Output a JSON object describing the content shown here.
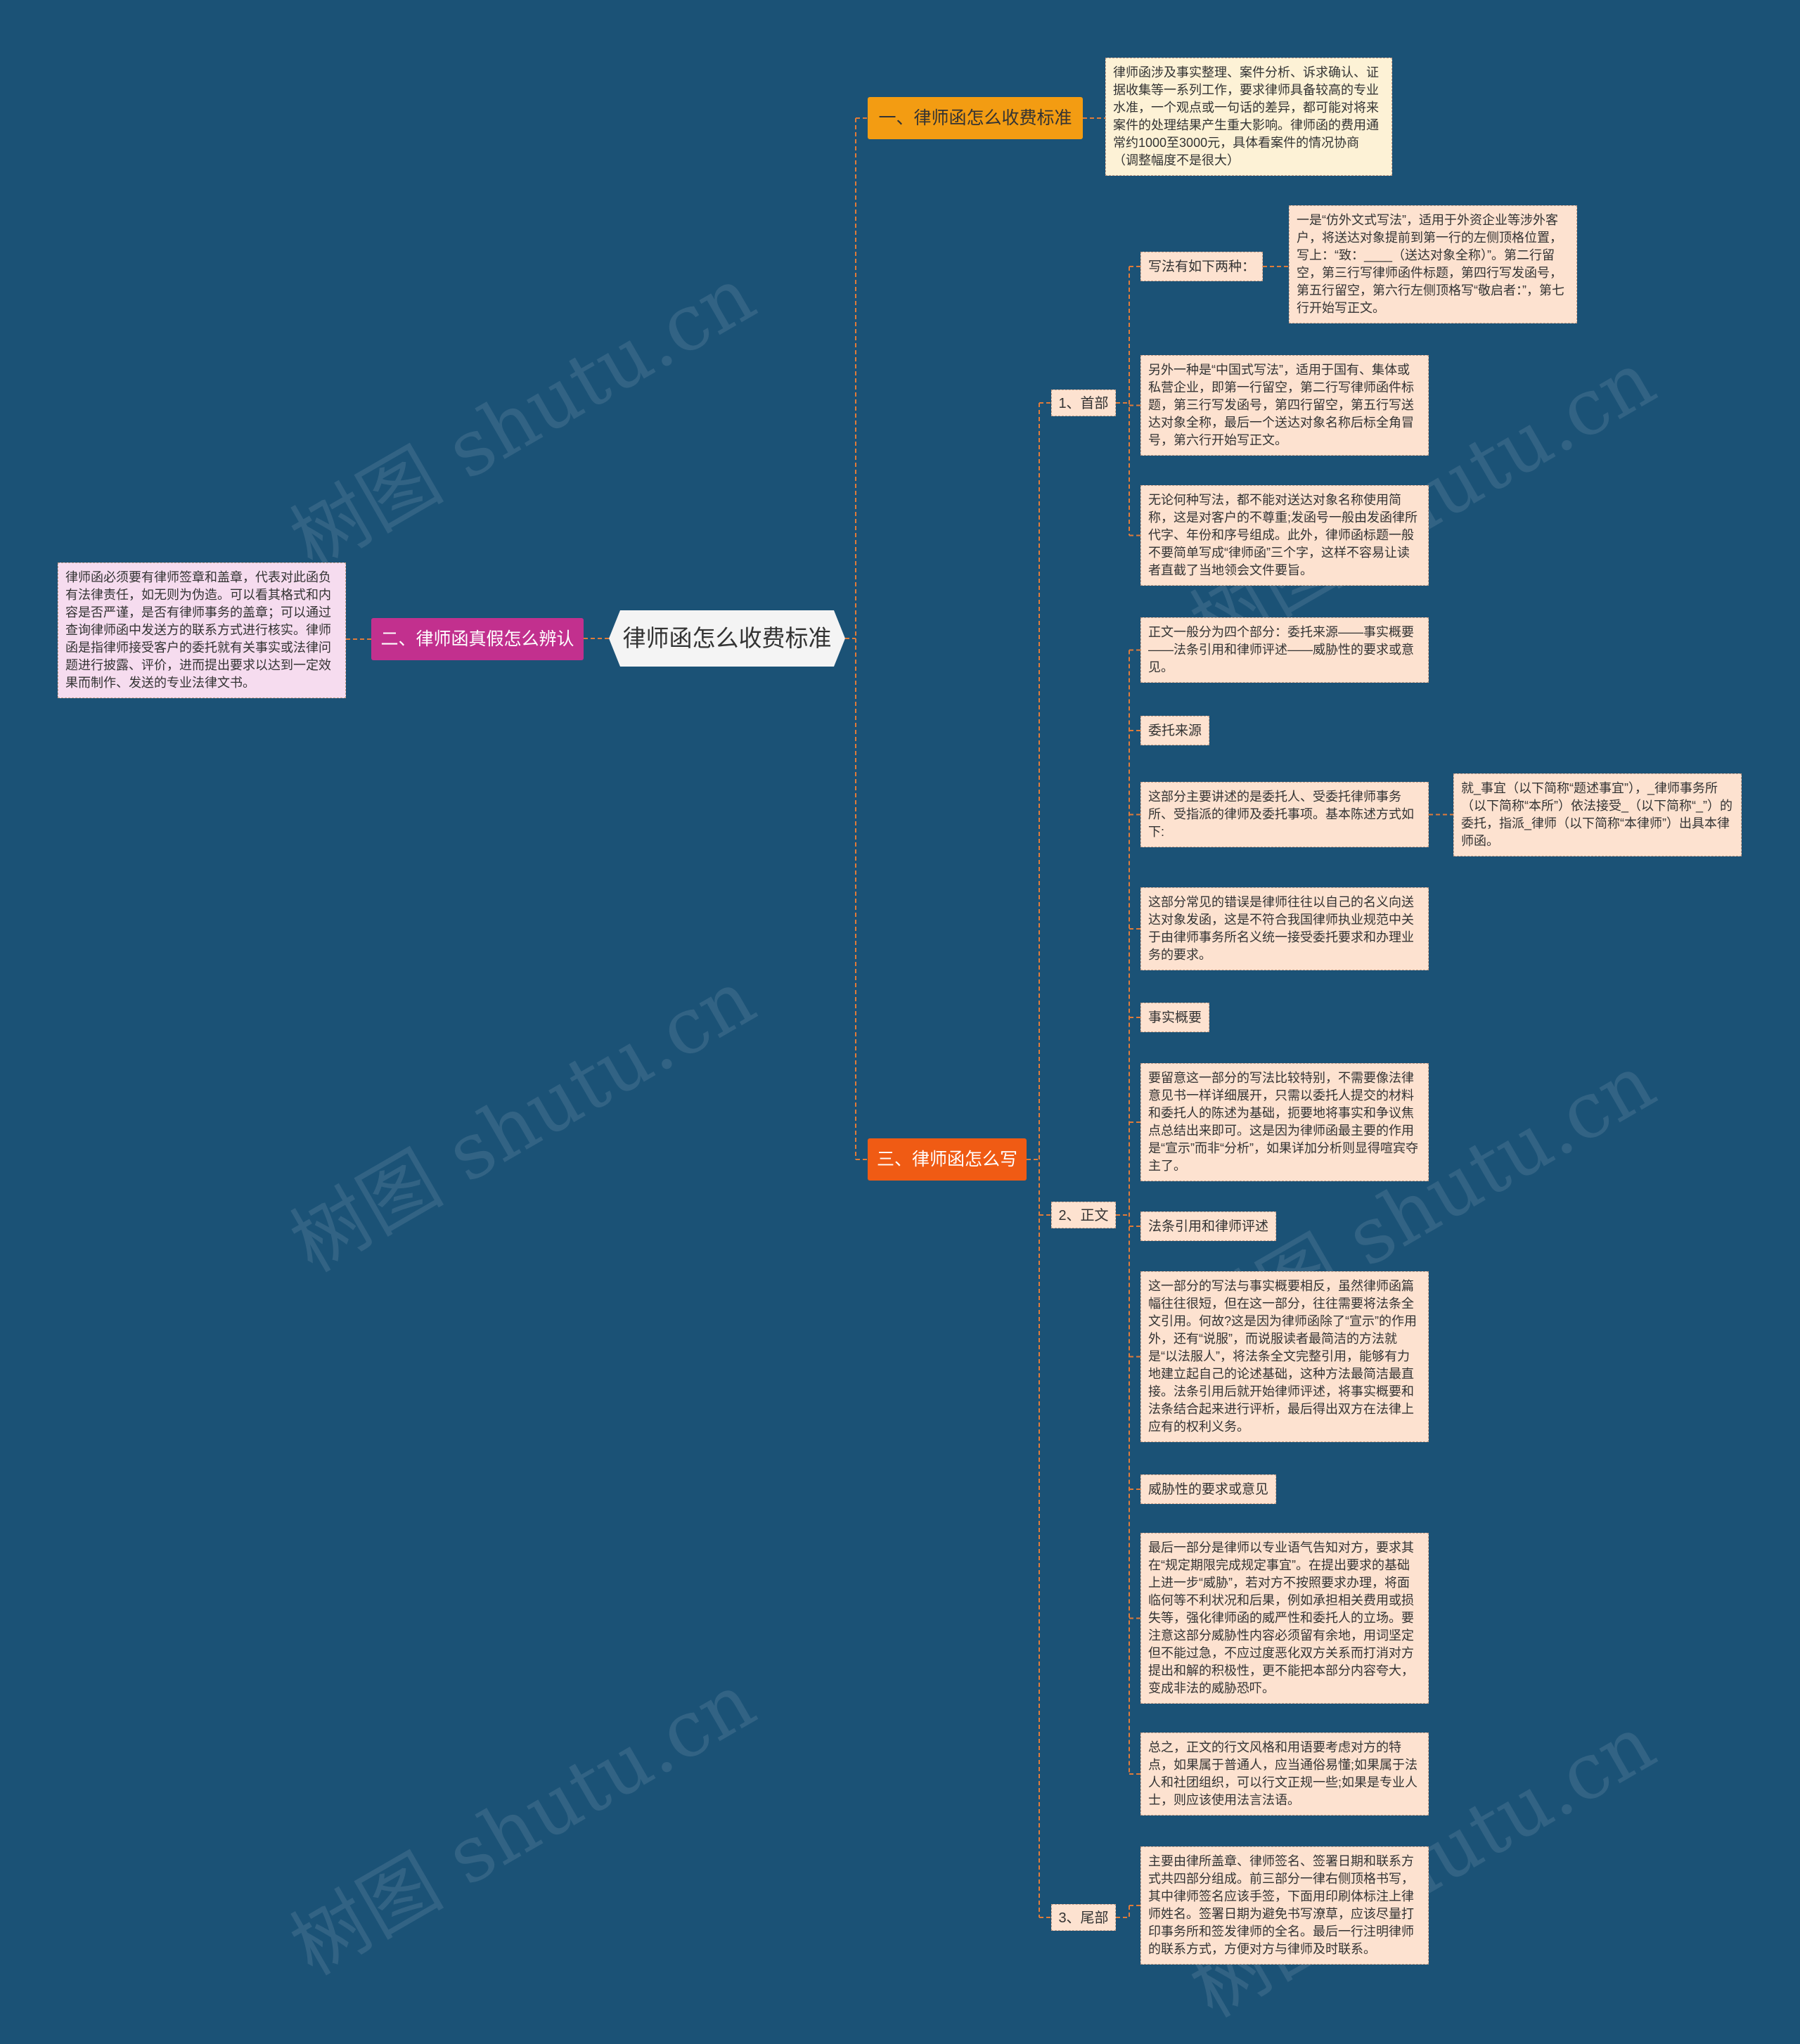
{
  "root": {
    "title": "律师函怎么收费标准"
  },
  "branches": {
    "b1": {
      "label": "一、律师函怎么收费标准",
      "color": "#f39c12"
    },
    "b2": {
      "label": "二、律师函真假怎么辨认",
      "color": "#c2308e"
    },
    "b3": {
      "label": "三、律师函怎么写",
      "color": "#f05b14"
    }
  },
  "b1_leaf": "律师函涉及事实整理、案件分析、诉求确认、证据收集等一系列工作，要求律师具备较高的专业水准，一个观点或一句话的差异，都可能对将来案件的处理结果产生重大影响。律师函的费用通常约1000至3000元，具体看案件的情况协商（调整幅度不是很大）",
  "b2_leaf": "律师函必须要有律师签章和盖章，代表对此函负有法律责任，如无则为伪造。可以看其格式和内容是否严谨，是否有律师事务的盖章；可以通过查询律师函中发送方的联系方式进行核实。律师函是指律师接受客户的委托就有关事实或法律问题进行披露、评价，进而提出要求以达到一定效果而制作、发送的专业法律文书。",
  "sections": {
    "s1": {
      "label": "1、首部",
      "writing_label": "写法有如下两种：",
      "writing_detail": "一是“仿外文式写法”，适用于外资企业等涉外客户，将送达对象提前到第一行的左侧顶格位置，写上：“致：____（送达对象全称）”。第二行留空，第三行写律师函件标题，第四行写发函号，第五行留空，第六行左侧顶格写“敬启者：”，第七行开始写正文。",
      "chinese_style": "另外一种是“中国式写法”，适用于国有、集体或私营企业，即第一行留空，第二行写律师函件标题，第三行写发函号，第四行留空，第五行写送达对象全称，最后一个送达对象名称后标全角冒号，第六行开始写正文。",
      "note": "无论何种写法，都不能对送达对象名称使用简称，这是对客户的不尊重;发函号一般由发函律所代字、年份和序号组成。此外，律师函标题一般不要简单写成“律师函”三个字，这样不容易让读者直截了当地领会文件要旨。"
    },
    "s2": {
      "label": "2、正文",
      "intro": "正文一般分为四个部分：委托来源——事实概要——法条引用和律师评述——威胁性的要求或意见。",
      "source_label": "委托来源",
      "source_text": "这部分主要讲述的是委托人、受委托律师事务所、受指派的律师及委托事项。基本陈述方式如下:",
      "source_example": "就_事宜（以下简称“题述事宜”），_律师事务所（以下简称“本所”）依法接受_（以下简称“_”）的委托，指派_律师（以下简称“本律师”）出具本律师函。",
      "source_error": "这部分常见的错误是律师往往以自己的名义向送达对象发函，这是不符合我国律师执业规范中关于由律师事务所名义统一接受委托要求和办理业务的要求。",
      "facts_label": "事实概要",
      "facts_text": "要留意这一部分的写法比较特别，不需要像法律意见书一样详细展开，只需以委托人提交的材料和委托人的陈述为基础，扼要地将事实和争议焦点总结出来即可。这是因为律师函最主要的作用是“宣示”而非“分析”，如果详加分析则显得喧宾夺主了。",
      "law_label": "法条引用和律师评述",
      "law_text": "这一部分的写法与事实概要相反，虽然律师函篇幅往往很短，但在这一部分，往往需要将法条全文引用。何故?这是因为律师函除了“宣示”的作用外，还有“说服”，而说服读者最简洁的方法就是“以法服人”，将法条全文完整引用，能够有力地建立起自己的论述基础，这种方法最简洁最直接。法条引用后就开始律师评述，将事实概要和法条结合起来进行评析，最后得出双方在法律上应有的权利义务。",
      "threat_label": "威胁性的要求或意见",
      "threat_text": "最后一部分是律师以专业语气告知对方，要求其在“规定期限完成规定事宜”。在提出要求的基础上进一步“威胁”，若对方不按照要求办理，将面临何等不利状况和后果，例如承担相关费用或损失等，强化律师函的威严性和委托人的立场。要注意这部分威胁性内容必须留有余地，用词坚定但不能过急，不应过度恶化双方关系而打消对方提出和解的积极性，更不能把本部分内容夸大，变成非法的威胁恐吓。",
      "summary": "总之，正文的行文风格和用语要考虑对方的特点，如果属于普通人，应当通俗易懂;如果属于法人和社团组织，可以行文正规一些;如果是专业人士，则应该使用法言法语。"
    },
    "s3": {
      "label": "3、尾部",
      "text": "主要由律所盖章、律师签名、签署日期和联系方式共四部分组成。前三部分一律右侧顶格书写，其中律师签名应该手签，下面用印刷体标注上律师姓名。签署日期为避免书写潦草，应该尽量打印事务所和签发律师的全名。最后一行注明律师的联系方式，方便对方与律师及时联系。"
    }
  },
  "watermark": "树图 shutu.cn",
  "colors": {
    "background": "#1b5276",
    "connector": "#e07b39",
    "leaf_fill": "#fde2d0"
  }
}
